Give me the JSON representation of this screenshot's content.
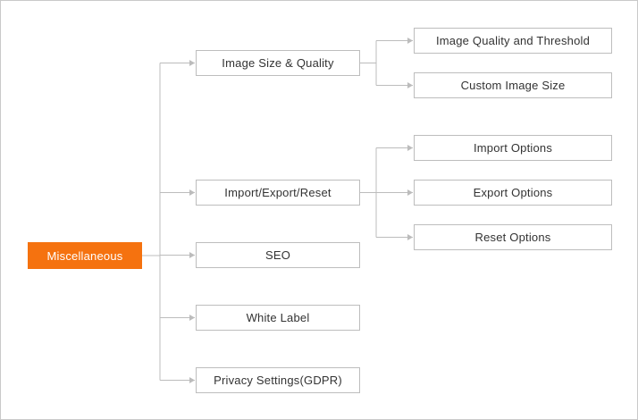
{
  "colors": {
    "root_fill": "#f5720f",
    "connector": "#bcbcbc",
    "node_border": "#bdbdbd",
    "node_text": "#333333"
  },
  "root": {
    "label": "Miscellaneous"
  },
  "level1": [
    {
      "id": "image-size-quality",
      "label": "Image Size & Quality"
    },
    {
      "id": "import-export-reset",
      "label": "Import/Export/Reset"
    },
    {
      "id": "seo",
      "label": "SEO"
    },
    {
      "id": "white-label",
      "label": "White Label"
    },
    {
      "id": "privacy-settings",
      "label": "Privacy Settings(GDPR)"
    }
  ],
  "level2": {
    "image-size-quality": [
      {
        "id": "image-quality-threshold",
        "label": "Image Quality and Threshold"
      },
      {
        "id": "custom-image-size",
        "label": "Custom Image Size"
      }
    ],
    "import-export-reset": [
      {
        "id": "import-options",
        "label": "Import Options"
      },
      {
        "id": "export-options",
        "label": "Export Options"
      },
      {
        "id": "reset-options",
        "label": "Reset Options"
      }
    ]
  }
}
